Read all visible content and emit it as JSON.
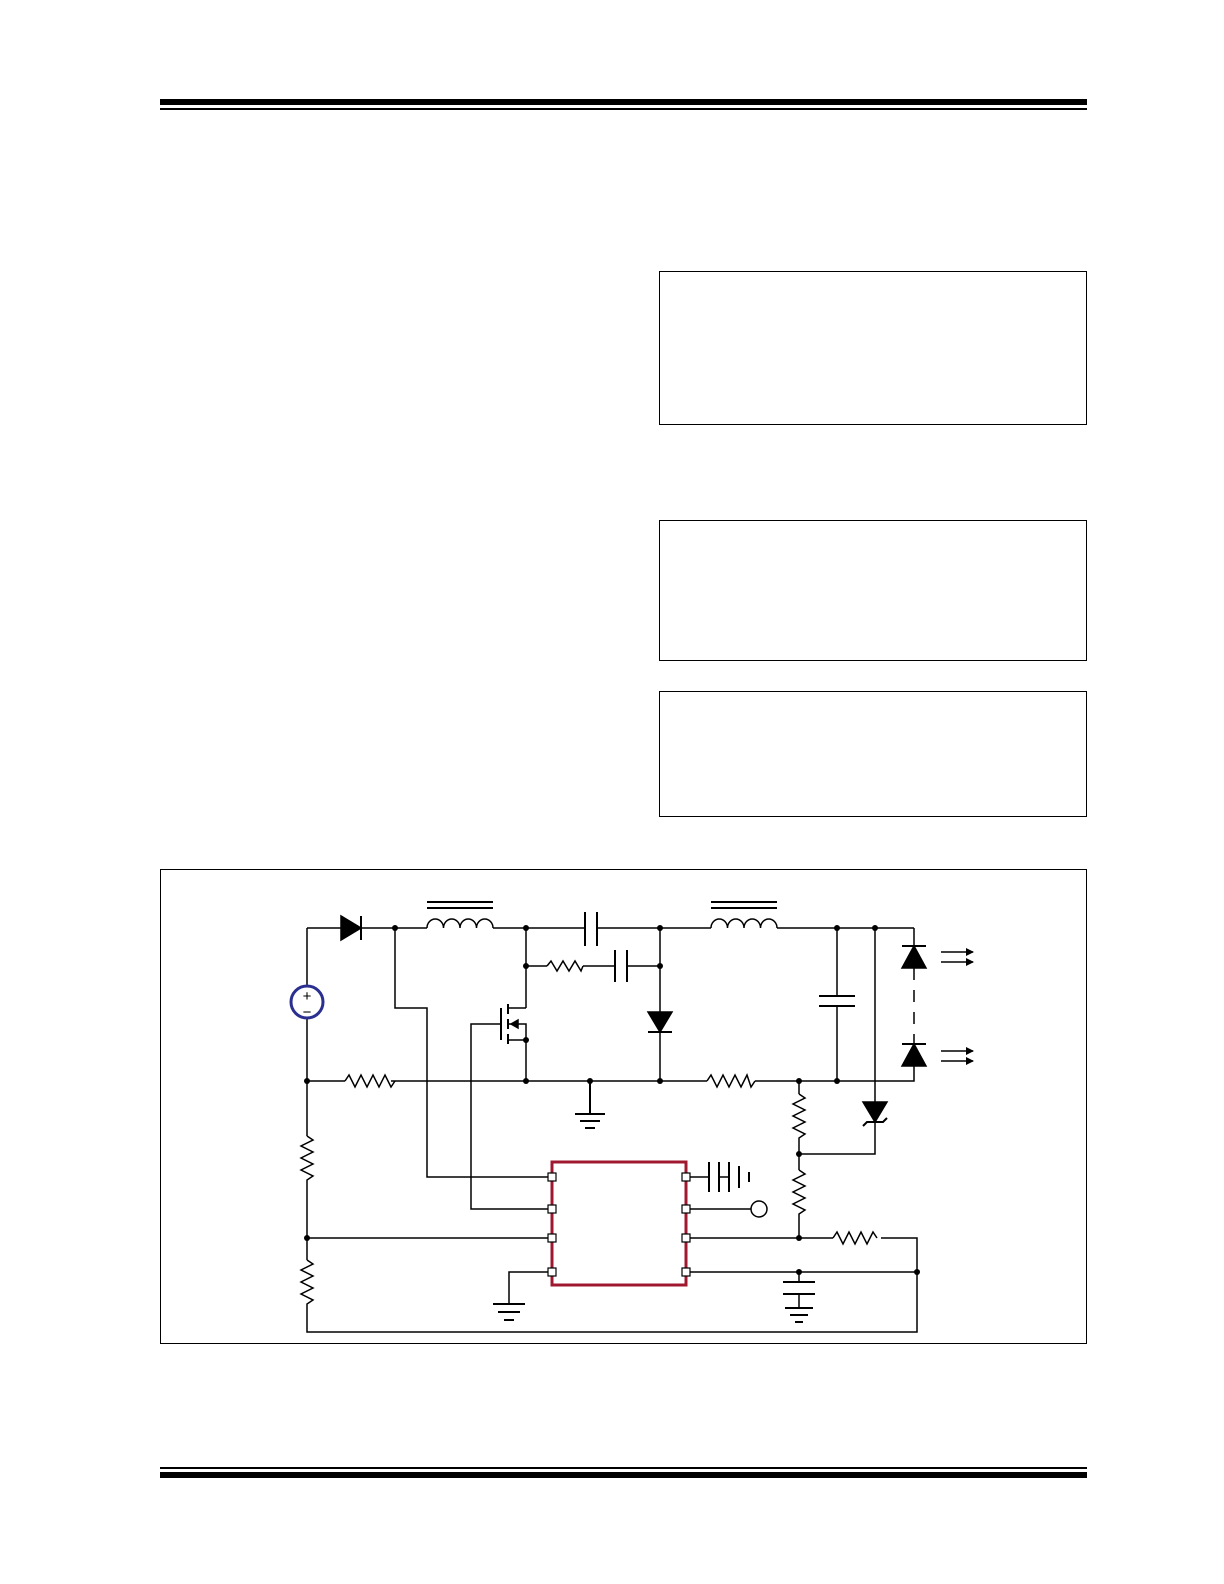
{
  "page": {
    "header_text": "",
    "footer_text": ""
  },
  "text_boxes": [
    {
      "name": "info-box-1",
      "text": ""
    },
    {
      "name": "info-box-2",
      "text": ""
    },
    {
      "name": "info-box-3",
      "text": ""
    }
  ],
  "schematic": {
    "chip_outline_color": "#a0182f",
    "supply_symbol_color": "#2b2f8f",
    "wire_color": "#000000",
    "supply_polarity_plus": "+",
    "supply_polarity_minus": "−"
  }
}
